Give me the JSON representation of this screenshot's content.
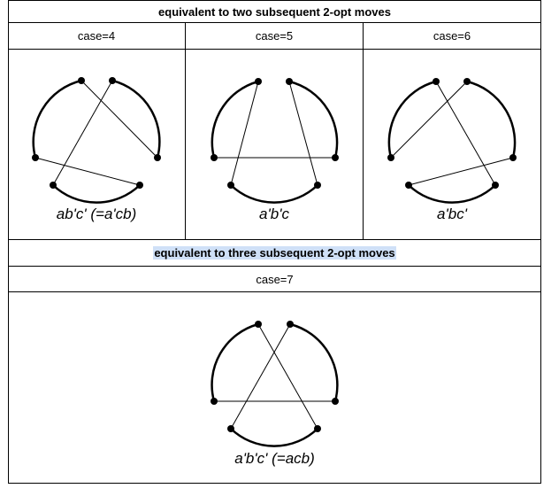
{
  "table": {
    "header_two": "equivalent to two subsequent 2-opt moves",
    "header_three": "equivalent to three subsequent 2-opt moves",
    "cases": [
      {
        "name": "case=4",
        "label": "ab'c' (=a'cb)"
      },
      {
        "name": "case=5",
        "label": "a'b'c"
      },
      {
        "name": "case=6",
        "label": "a'bc'"
      }
    ],
    "case7": {
      "name": "case=7",
      "label": "a'b'c' (=acb)"
    }
  },
  "colors": {
    "highlight": "#cfe0f7",
    "stroke": "#000000"
  }
}
